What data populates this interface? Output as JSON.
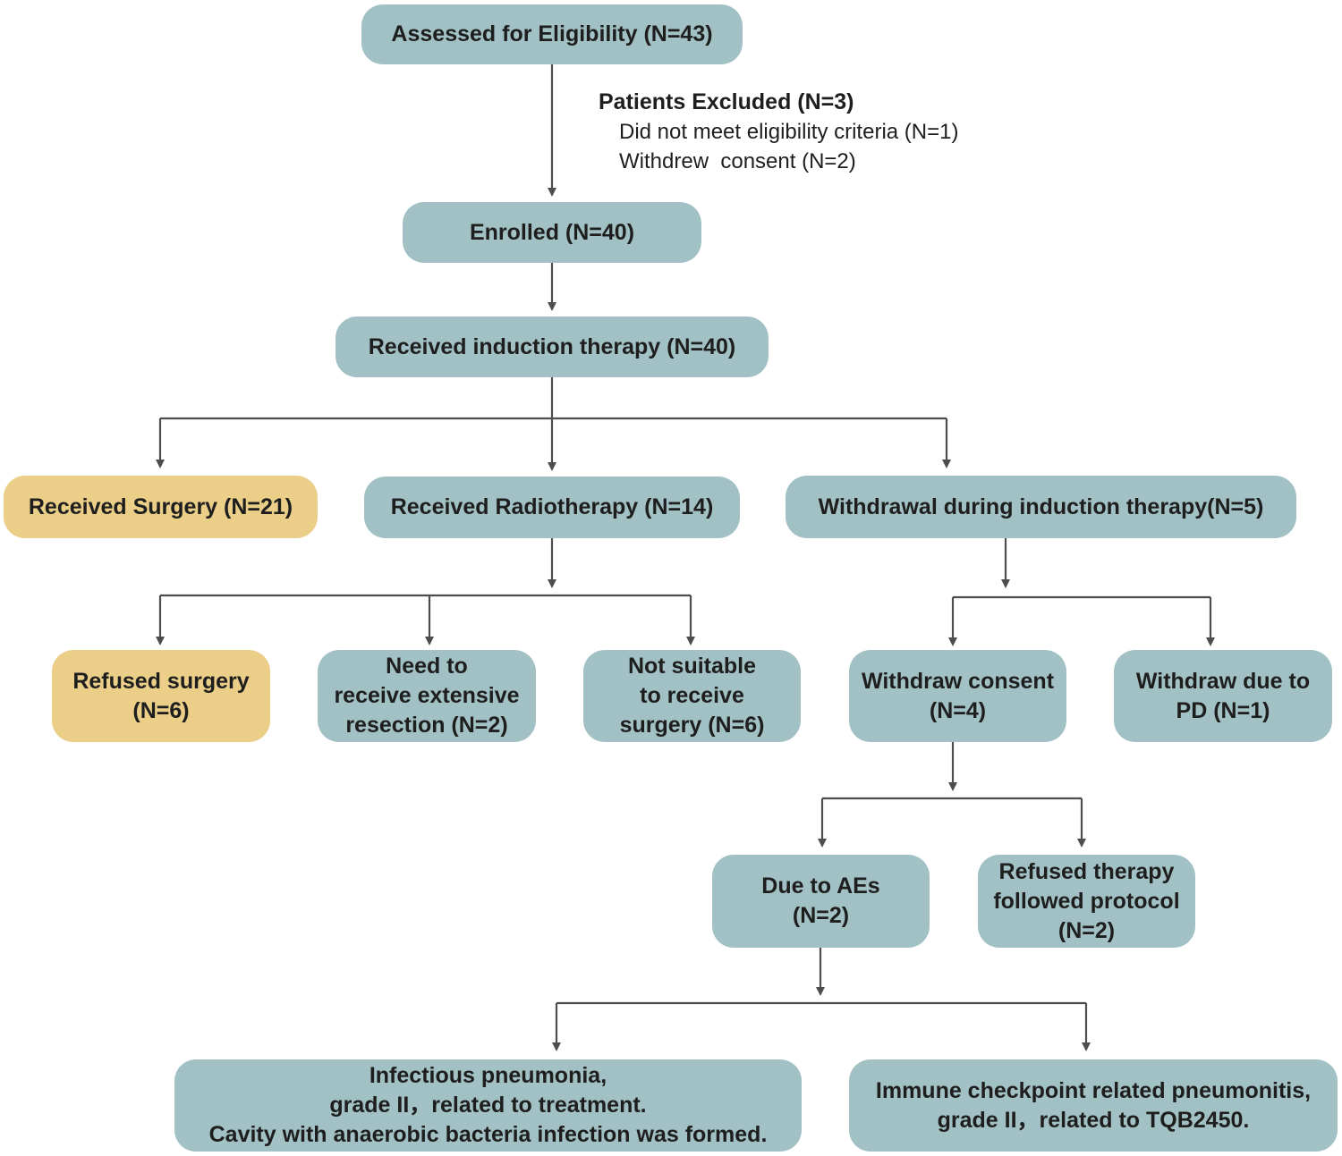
{
  "flowchart": {
    "assessed": "Assessed for Eligibility (N=43)",
    "excluded": {
      "title": "Patients Excluded (N=3)",
      "items": [
        "Did not meet eligibility criteria (N=1)",
        "Withdrew  consent (N=2)"
      ]
    },
    "enrolled": "Enrolled (N=40)",
    "induction": "Received induction therapy (N=40)",
    "surgery": "Received Surgery (N=21)",
    "radiotherapy": "Received Radiotherapy (N=14)",
    "withdrawal": "Withdrawal during induction therapy(N=5)",
    "refused_surgery": "Refused surgery\n(N=6)",
    "extensive_resection": "Need to\nreceive extensive\nresection (N=2)",
    "not_suitable": "Not suitable\nto receive\nsurgery (N=6)",
    "withdraw_consent": "Withdraw consent\n(N=4)",
    "withdraw_pd": "Withdraw due to\nPD (N=1)",
    "due_to_aes": "Due to AEs\n(N=2)",
    "refused_therapy": "Refused therapy\nfollowed protocol\n(N=2)",
    "infectious_pneumonia": "Infectious pneumonia,\ngrade II，related to treatment.\nCavity with anaerobic bacteria infection was formed.",
    "immune_pneumonitis": "Immune checkpoint related pneumonitis,\ngrade II，related to TQB2450."
  },
  "colors": {
    "teal_box": "#a2c1c4",
    "yellow_box": "#ebcf88",
    "connector": "#4d4d4d",
    "text": "#1e1e1e"
  }
}
